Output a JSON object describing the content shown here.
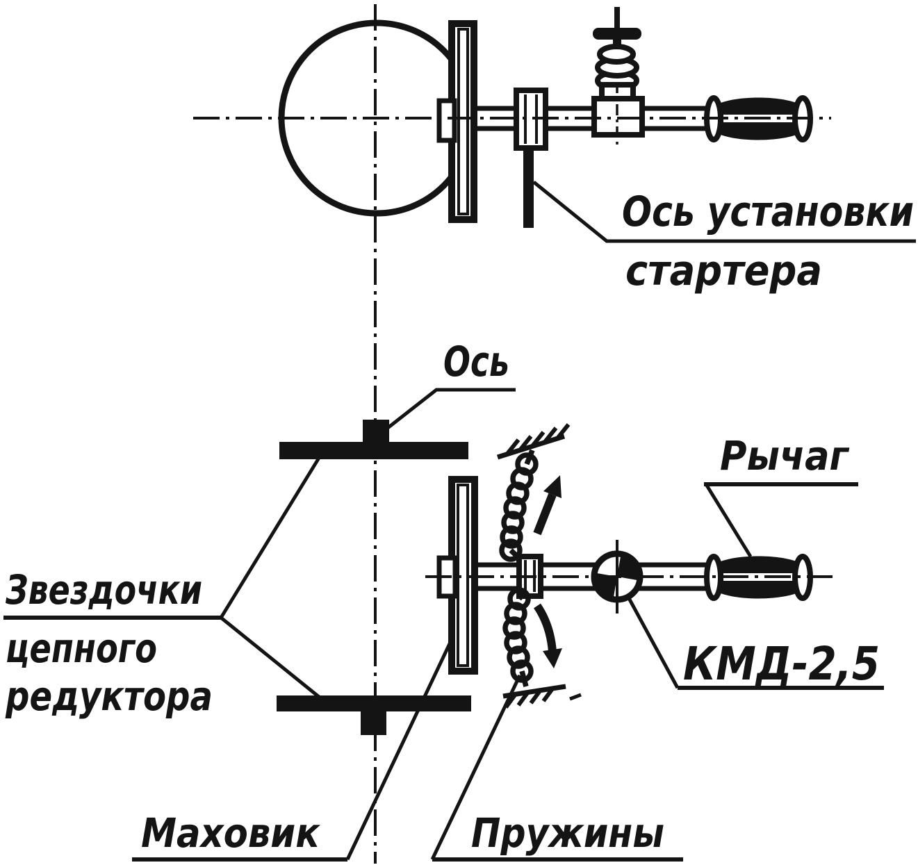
{
  "diagram": {
    "background": "#ffffff",
    "ink": "#141414",
    "labels": {
      "starter_axis_line1": "Ось установки",
      "starter_axis_line2": "стартера",
      "axis": "Ось",
      "lever": "Рычаг",
      "engine_model": "КМД-2,5",
      "sprockets_line1": "Звездочки",
      "sprockets_line2": "цепного",
      "sprockets_line3": "редуктора",
      "flywheel": "Маховик",
      "springs": "Пружины"
    }
  }
}
